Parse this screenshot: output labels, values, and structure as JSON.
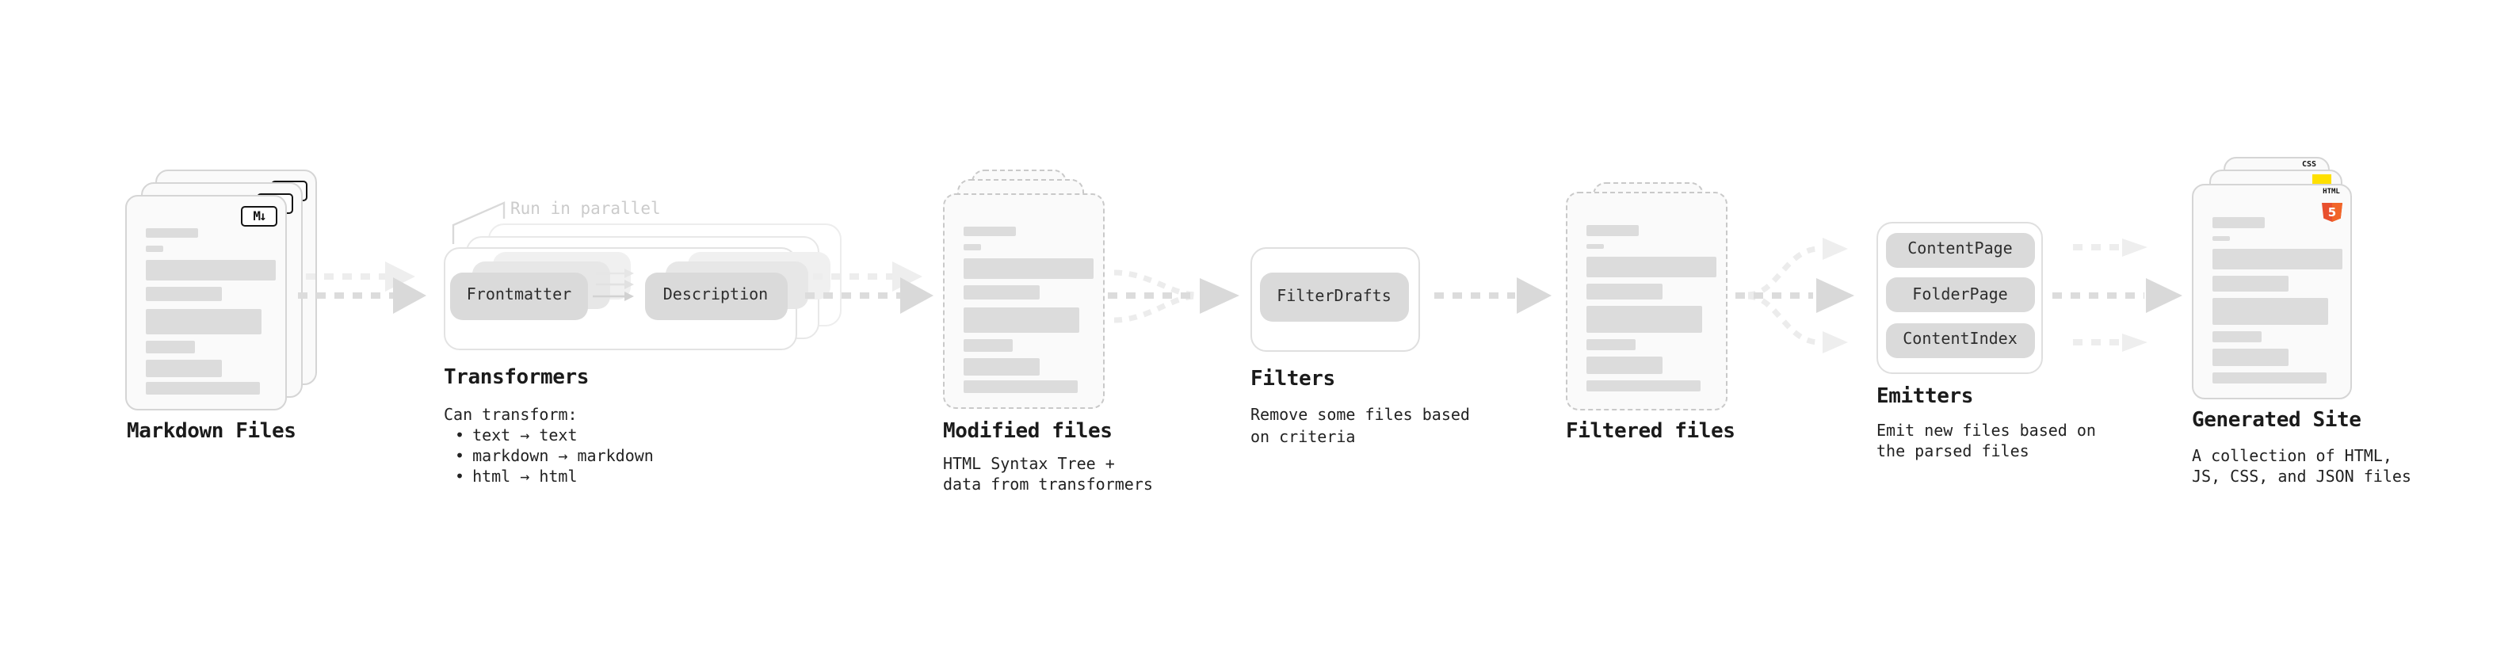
{
  "markdown": {
    "title": "Markdown Files",
    "badge": "M↓"
  },
  "transformers": {
    "annotation": "Run in parallel",
    "pill_left": "Frontmatter",
    "pill_right": "Description",
    "title": "Transformers",
    "subtitle": "Can transform:",
    "bullet_char": "•",
    "bullets": [
      "text → text",
      "markdown → markdown",
      "html → html"
    ]
  },
  "modified": {
    "title": "Modified files",
    "subtitle_line1": "HTML Syntax Tree +",
    "subtitle_line2": "data from transformers"
  },
  "filters": {
    "pill": "FilterDrafts",
    "title": "Filters",
    "subtitle_line1": "Remove some files based",
    "subtitle_line2": "on criteria"
  },
  "filtered": {
    "title": "Filtered files"
  },
  "emitters": {
    "pills": [
      "ContentPage",
      "FolderPage",
      "ContentIndex"
    ],
    "title": "Emitters",
    "subtitle_line1": "Emit new files based on",
    "subtitle_line2": "the parsed files"
  },
  "generated": {
    "title": "Generated Site",
    "subtitle_line1": "A collection of HTML,",
    "subtitle_line2": "JS, CSS, and JSON files",
    "badge_html_label": "HTML",
    "badge_html_number": "5",
    "badge_css": "CSS"
  },
  "colors": {
    "card_fill": "#fafafa",
    "card_border": "#d5d5d5",
    "placeholder_bar": "#dcdcdc",
    "pill_fill": "#dadada",
    "arrow": "#dcdcdc",
    "annotation_gray": "#cbcbcb",
    "html5_orange": "#e8502e",
    "css_blue": "#2b63e8",
    "js_yellow": "#fee000"
  }
}
